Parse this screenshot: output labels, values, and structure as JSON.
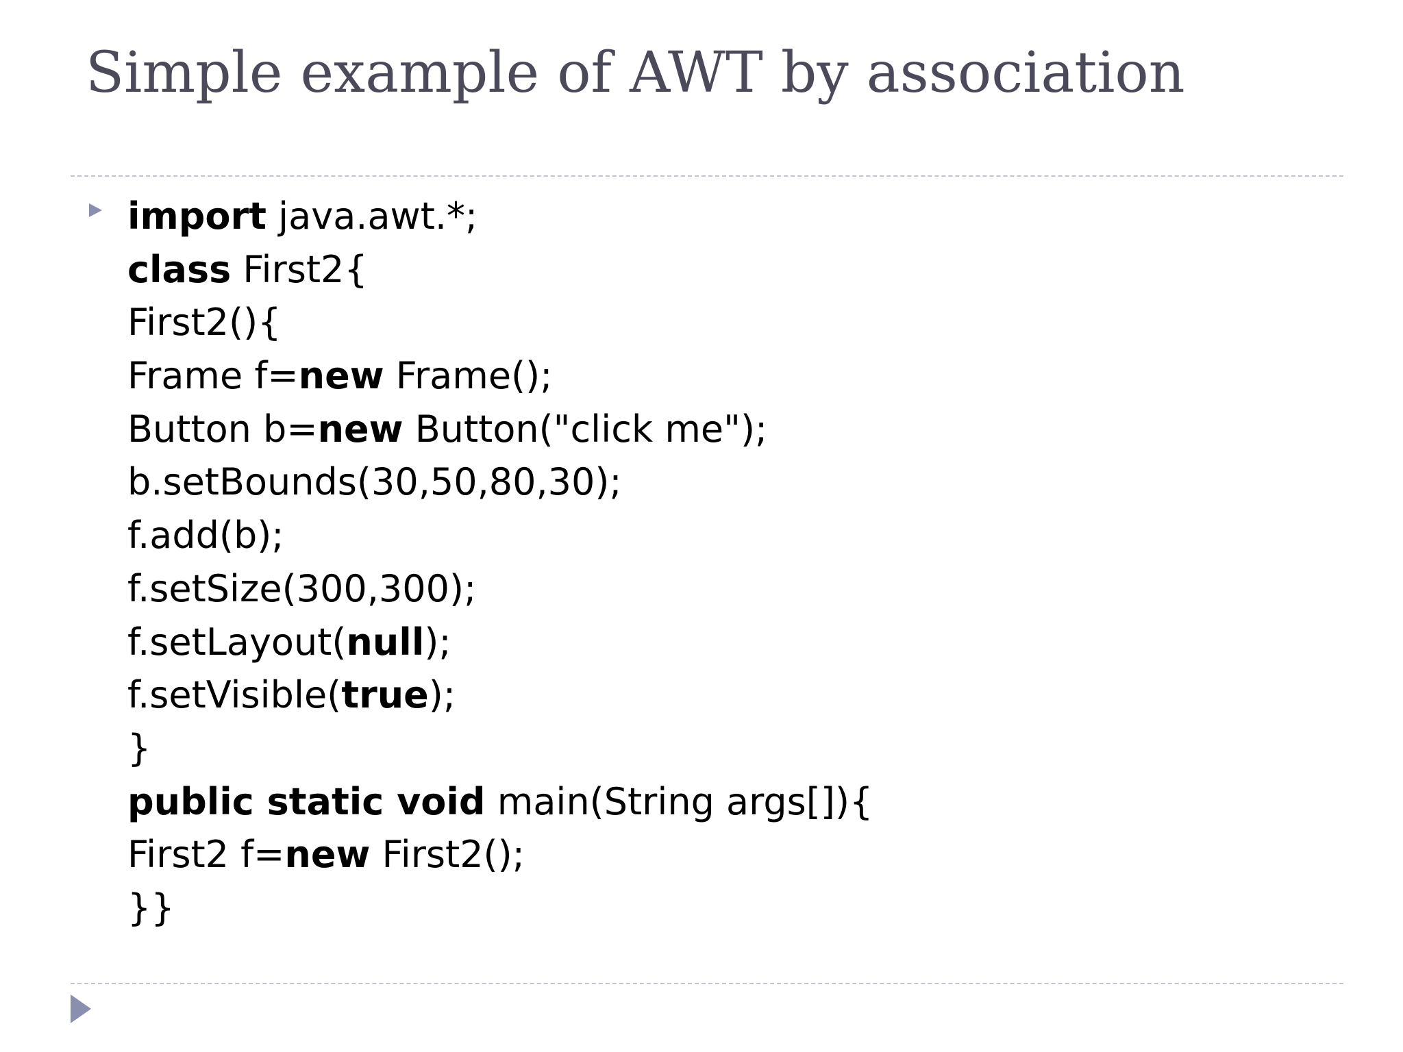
{
  "slide": {
    "title": "Simple example of AWT by association",
    "bullet_icon": "triangle-bullet-icon",
    "nav_icon": "triangle-nav-icon",
    "accent_color": "#8a8fb0",
    "title_color": "#4a4a5a"
  },
  "code": {
    "lines": [
      [
        {
          "t": "import",
          "b": true
        },
        {
          "t": " java.awt.*;"
        }
      ],
      [
        {
          "t": "class",
          "b": true
        },
        {
          "t": " First2{"
        }
      ],
      [
        {
          "t": "First2(){"
        }
      ],
      [
        {
          "t": "Frame f="
        },
        {
          "t": "new",
          "b": true
        },
        {
          "t": " Frame();"
        }
      ],
      [
        {
          "t": "Button b="
        },
        {
          "t": "new",
          "b": true
        },
        {
          "t": " Button(\"click me\");"
        }
      ],
      [
        {
          "t": "b.setBounds(30,50,80,30);"
        }
      ],
      [
        {
          "t": "f.add(b);"
        }
      ],
      [
        {
          "t": "f.setSize(300,300);"
        }
      ],
      [
        {
          "t": "f.setLayout("
        },
        {
          "t": "null",
          "b": true
        },
        {
          "t": ");"
        }
      ],
      [
        {
          "t": "f.setVisible("
        },
        {
          "t": "true",
          "b": true
        },
        {
          "t": ");"
        }
      ],
      [
        {
          "t": "}"
        }
      ],
      [
        {
          "t": "public static void",
          "b": true
        },
        {
          "t": " main(String args[]){"
        }
      ],
      [
        {
          "t": "First2 f="
        },
        {
          "t": "new",
          "b": true
        },
        {
          "t": " First2();"
        }
      ],
      [
        {
          "t": "}}"
        }
      ]
    ]
  }
}
